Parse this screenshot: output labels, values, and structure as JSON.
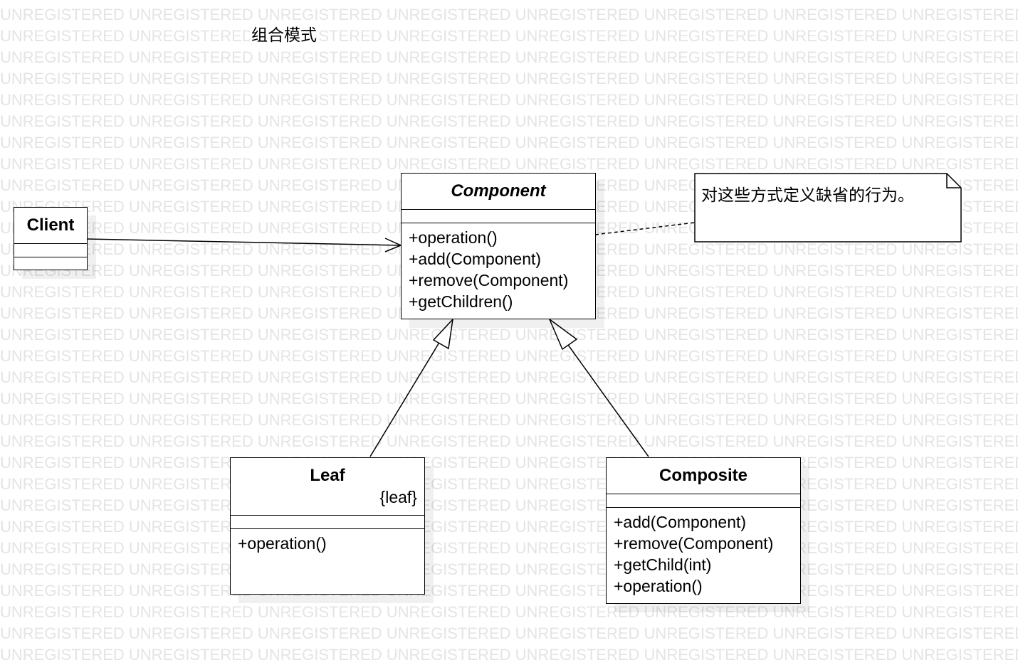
{
  "watermark": "UNREGISTERED",
  "diagram": {
    "title": "组合模式",
    "classes": {
      "client": {
        "name": "Client",
        "attributes": [],
        "operations": []
      },
      "component": {
        "name": "Component",
        "abstract": true,
        "attributes": [],
        "operations": [
          "+operation()",
          "+add(Component)",
          "+remove(Component)",
          "+getChildren()"
        ]
      },
      "leaf": {
        "name": "Leaf",
        "constraint": "{leaf}",
        "attributes": [],
        "operations": [
          "+operation()"
        ]
      },
      "composite": {
        "name": "Composite",
        "attributes": [],
        "operations": [
          "+add(Component)",
          "+remove(Component)",
          "+getChild(int)",
          "+operation()"
        ]
      }
    },
    "note": {
      "text": "对这些方式定义缺省的行为。"
    },
    "relationships": [
      {
        "type": "association",
        "from": "Client",
        "to": "Component"
      },
      {
        "type": "generalization",
        "from": "Leaf",
        "to": "Component"
      },
      {
        "type": "generalization",
        "from": "Composite",
        "to": "Component"
      },
      {
        "type": "note-anchor",
        "from": "note",
        "to": "Component"
      }
    ]
  }
}
